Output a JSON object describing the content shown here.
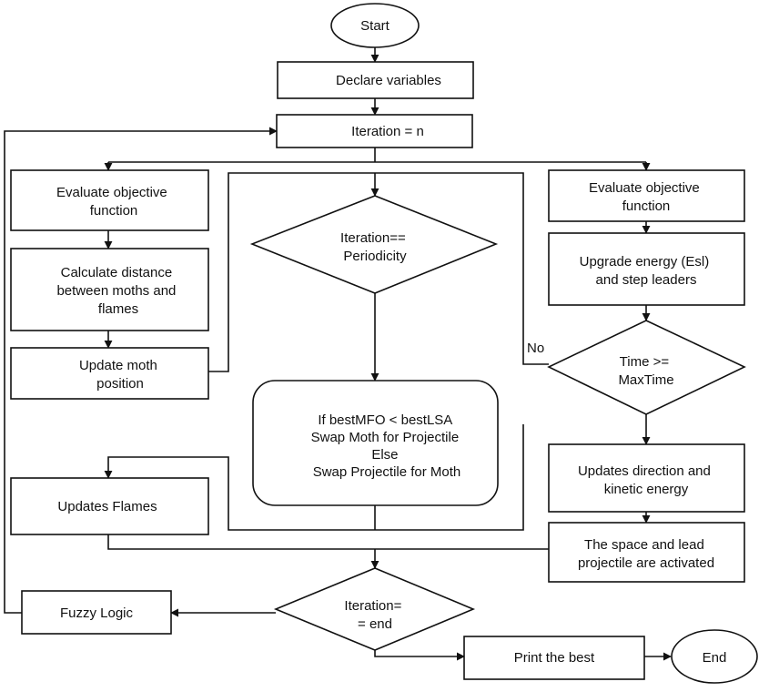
{
  "nodes": {
    "start": "Start",
    "declare": "Declare variables",
    "iteration": "Iteration = n",
    "eval_left": [
      "Evaluate objective",
      "function"
    ],
    "calc_distance": [
      "Calculate distance",
      "between moths and",
      "flames"
    ],
    "update_moth": [
      "Update moth",
      "position"
    ],
    "periodicity": [
      "Iteration==",
      "Periodicity"
    ],
    "swap": [
      "If bestMFO < bestLSA",
      "Swap Moth for Projectile",
      "Else",
      "Swap Projectile for Moth"
    ],
    "eval_right": [
      "Evaluate objective",
      "function"
    ],
    "upgrade_energy": [
      "Upgrade energy (Esl)",
      "and step leaders"
    ],
    "time_check": [
      "Time    >=",
      "MaxTime"
    ],
    "no_label": "No",
    "update_flames": "Updates Flames",
    "update_direction": [
      "Updates direction and",
      "kinetic energy"
    ],
    "space_lead": [
      "The space and lead",
      "projectile are activated"
    ],
    "end_check": [
      "Iteration=",
      "= end"
    ],
    "fuzzy": "Fuzzy Logic",
    "print_best": "Print the best",
    "end": "End"
  },
  "colors": {
    "stroke": "#111111",
    "fill": "#ffffff"
  }
}
